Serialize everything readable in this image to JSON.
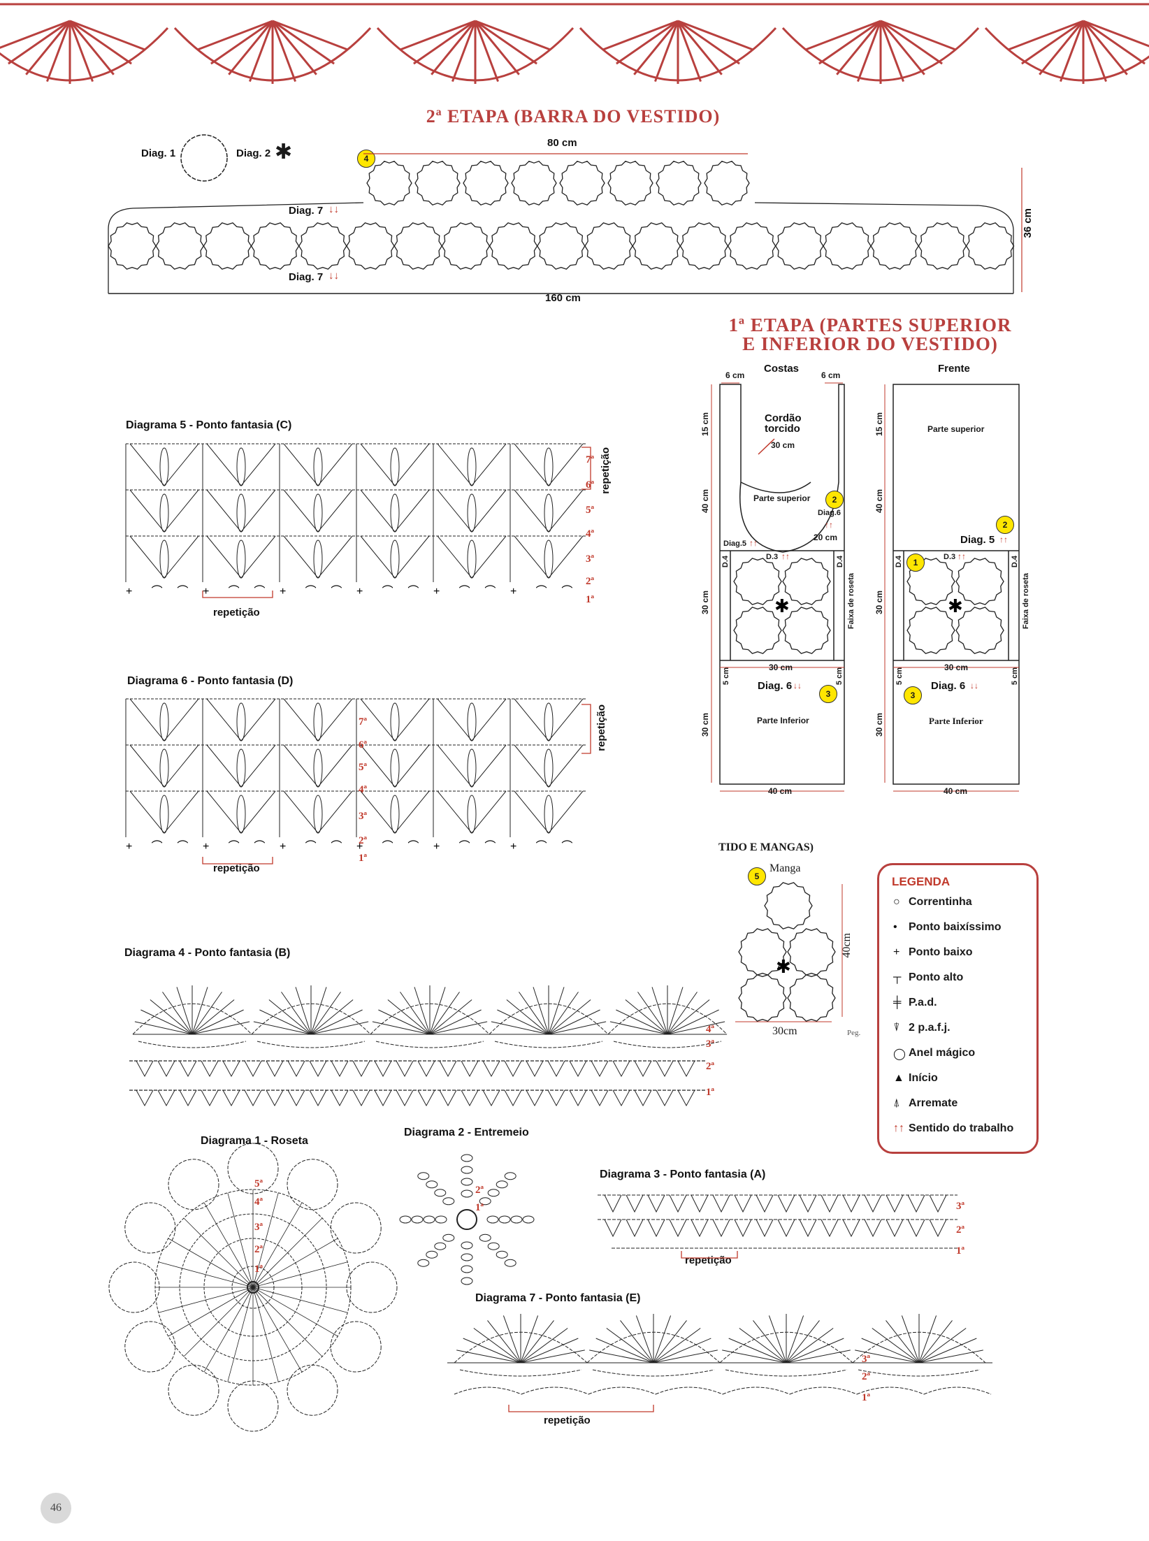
{
  "colors": {
    "accent": "#b8403e",
    "badge": "#ffe600",
    "row_number": "#c0392b"
  },
  "etapa2": {
    "title": "2ª ETAPA (BARRA DO VESTIDO)",
    "diag1": "Diag. 1",
    "diag2": "Diag. 2",
    "width_top": "80 cm",
    "width_bottom": "160 cm",
    "height": "36 cm",
    "diag7_top": "Diag. 7",
    "diag7_bottom": "Diag. 7",
    "badge": "4"
  },
  "etapa1": {
    "title_line1": "1ª ETAPA (PARTES SUPERIOR",
    "title_line2": "E INFERIOR DO VESTIDO)",
    "costas": {
      "label": "Costas",
      "w_left": "6 cm",
      "w_right": "6 cm",
      "h1": "15 cm",
      "h2": "40 cm",
      "h3": "30 cm",
      "h4": "30 cm",
      "cordao": "Cordão",
      "torcido": "torcido",
      "cordao_len": "30 cm",
      "parte_superior": "Parte superior",
      "diag6": "Diag.6",
      "w20": "20 cm",
      "diag5": "Diag.5",
      "d3": "D.3",
      "d4": "D.4",
      "faixa": "Faixa de roseta",
      "w30": "30 cm",
      "five_left": "5 cm",
      "five_right": "5 cm",
      "diag6b": "Diag. 6",
      "parte_inferior": "Parte Inferior",
      "w40": "40 cm",
      "badge_2": "2",
      "badge_3": "3"
    },
    "frente": {
      "label": "Frente",
      "h1": "15 cm",
      "h2": "40 cm",
      "h3": "30 cm",
      "h4": "30 cm",
      "parte_superior": "Parte superior",
      "diag5": "Diag. 5",
      "d3": "D.3",
      "d4": "D.4",
      "faixa": "Faixa de roseta",
      "w30": "30 cm",
      "five_left": "5 cm",
      "five_right": "5 cm",
      "diag6": "Diag. 6",
      "parte_inferior": "Parte Inferior",
      "w40": "40 cm",
      "badge_1": "1",
      "badge_2": "2",
      "badge_3": "3"
    }
  },
  "mangas": {
    "title": "TIDO E MANGAS)",
    "label": "Manga",
    "height": "40cm",
    "width": "30cm",
    "peg": "Peg.",
    "badge": "5"
  },
  "diagrams": {
    "d5": {
      "title": "Diagrama 5 - Ponto fantasia (C)",
      "repeat_h": "repetição",
      "repeat_v": "repetição",
      "rows": [
        "7ª",
        "6ª",
        "5ª",
        "4ª",
        "3ª",
        "2ª",
        "1ª"
      ]
    },
    "d6": {
      "title": "Diagrama 6 - Ponto fantasia (D)",
      "repeat_h": "repetição",
      "repeat_v": "repetição",
      "rows": [
        "7ª",
        "6ª",
        "5ª",
        "4ª",
        "3ª",
        "2ª",
        "1ª"
      ]
    },
    "d4": {
      "title": "Diagrama 4 - Ponto fantasia (B)",
      "rows": [
        "4ª",
        "3ª",
        "2ª",
        "1ª"
      ]
    },
    "d1": {
      "title": "Diagrama 1 - Roseta",
      "rows": [
        "5ª",
        "4ª",
        "3ª",
        "2ª",
        "1ª"
      ]
    },
    "d2": {
      "title": "Diagrama 2 - Entremeio",
      "rows": [
        "2ª",
        "1ª"
      ]
    },
    "d3": {
      "title": "Diagrama 3 - Ponto fantasia (A)",
      "repeat_h": "repetição",
      "rows": [
        "3ª",
        "2ª",
        "1ª"
      ]
    },
    "d7": {
      "title": "Diagrama 7 - Ponto fantasia (E)",
      "repeat_h": "repetição",
      "rows": [
        "3ª",
        "2ª",
        "1ª"
      ]
    }
  },
  "legend": {
    "title": "LEGENDA",
    "items": [
      "Correntinha",
      "Ponto baixíssimo",
      "Ponto baixo",
      "Ponto alto",
      "P.a.d.",
      "2 p.a.f.j.",
      "Anel mágico",
      "Início",
      "Arremate",
      "Sentido do trabalho"
    ]
  },
  "page_number": "46"
}
